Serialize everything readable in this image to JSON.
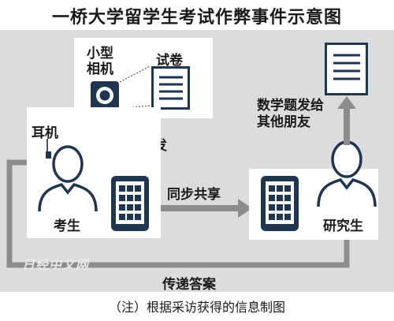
{
  "title": "一桥大学留学生考试作弊事件示意图",
  "labels": {
    "camera": "小型\n相机",
    "exam_paper": "试卷",
    "transfer": "转发",
    "earphone": "耳机",
    "examinee": "考生",
    "sync_share": "同步共享",
    "grad_student": "研究生",
    "send_friends": "数学题发给\n其他朋友",
    "pass_answers": "传递答案"
  },
  "watermark": "日经中文网",
  "caption": "（注）根据采访获得的信息制图",
  "colors": {
    "panel_bg": "#dcdcdc",
    "box_bg": "#ffffff",
    "navy": "#1f3550",
    "arrow_gray": "#8c8c8c",
    "text": "#1a1a1a"
  }
}
